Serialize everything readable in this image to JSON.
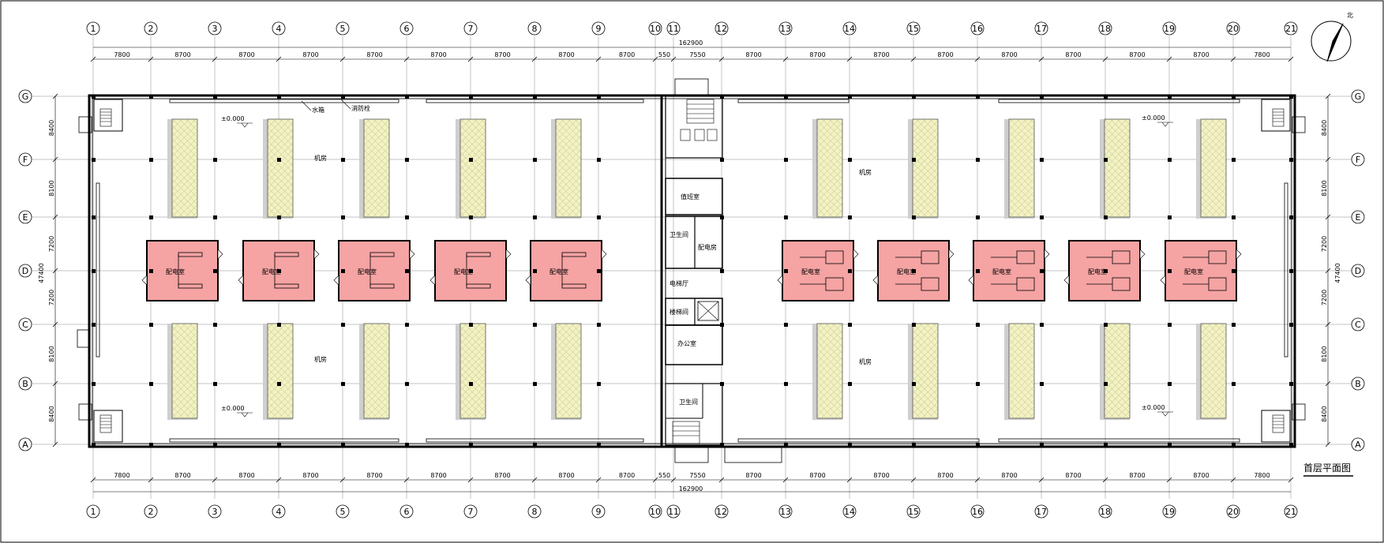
{
  "drawing_title": "首层平面图",
  "north_label": "北",
  "total_length": "162900",
  "total_width": "47400",
  "col_labels": [
    "1",
    "2",
    "3",
    "4",
    "5",
    "6",
    "7",
    "8",
    "9",
    "10",
    "11",
    "12",
    "13",
    "14",
    "15",
    "16",
    "17",
    "18",
    "19",
    "20",
    "21"
  ],
  "span_dims": [
    "7800",
    "8700",
    "8700",
    "8700",
    "8700",
    "8700",
    "8700",
    "8700",
    "8700",
    "550",
    "7550",
    "8700",
    "8700",
    "8700",
    "8700",
    "8700",
    "8700",
    "8700",
    "8700",
    "7800"
  ],
  "row_labels": [
    "G",
    "F",
    "E",
    "D",
    "C",
    "B",
    "A"
  ],
  "row_dims": [
    "8400",
    "8100",
    "7200",
    "7200",
    "8100",
    "8400"
  ],
  "elevation_marks": [
    "±0.000",
    "±0.000",
    "±0.000",
    "±0.000"
  ],
  "top_notes": [
    "水箱",
    "消防栓"
  ],
  "workshop_label": "机房",
  "left_electric_rooms": [
    "配电室",
    "配电室",
    "配电室",
    "配电室",
    "配电室"
  ],
  "right_electric_rooms": [
    "配电室",
    "配电室",
    "配电室",
    "配电室",
    "配电室"
  ],
  "core_rooms": [
    "值班室",
    "卫生间",
    "配电房",
    "电梯厅",
    "楼梯间",
    "办公室",
    "卫生间"
  ]
}
